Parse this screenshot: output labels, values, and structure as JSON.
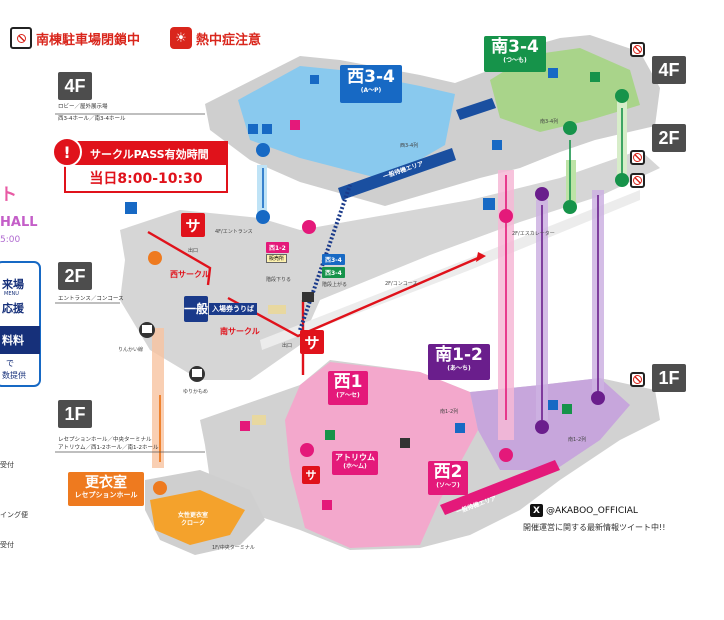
{
  "notices": {
    "parking": "南棟駐車場閉鎖中",
    "heat": "熱中症注意"
  },
  "pass": {
    "title": "サークルPASS有効時間",
    "time": "当日8:00-10:30"
  },
  "floors": {
    "f4": {
      "tag": "4F",
      "note1": "ロビー／屋外展示場",
      "note2": "西3-4ホール／南3-4ホール"
    },
    "f2": {
      "tag": "2F",
      "note1": "エントランス／コンコース"
    },
    "f1": {
      "tag": "1F",
      "note1": "レセプションホール／中央ターミナル",
      "note2": "アトリウム／西1-2ホール／南1-2ホール"
    }
  },
  "right_tags": {
    "r4": "4F",
    "r2": "2F",
    "r1": "1F"
  },
  "zones": {
    "west34": {
      "name": "西3-4",
      "sub": "(A〜P)"
    },
    "south34": {
      "name": "南3-4",
      "sub": "(つ〜も)"
    },
    "south12": {
      "name": "南1-2",
      "sub": "(あ〜ち)"
    },
    "west1": {
      "name": "西1",
      "sub": "(ア〜セ)"
    },
    "west2": {
      "name": "西2",
      "sub": "(ソ〜フ)"
    },
    "atrium": {
      "name": "アトリウム",
      "sub": "(ホ〜ム)"
    },
    "general": {
      "label": "一般",
      "ticket": "入場券うりば"
    },
    "locker": {
      "name": "更衣室",
      "sub": "レセプションホール"
    },
    "locker_inner": {
      "line1": "女性更衣室",
      "line2": "クローク"
    }
  },
  "circles": {
    "sa": "サ",
    "west_circle": "西サークル",
    "south_circle": "南サークル"
  },
  "labels": {
    "west34_row": "西3-4列",
    "south34_row": "南3-4列",
    "south12_row": "南1-2列",
    "wait_area_west34": "一般待機エリア",
    "wait_area_west2": "一般待機エリア",
    "down_stairs": "階段下りる",
    "up_stairs": "階段上がる",
    "concourse_2f": "2F/コンコース",
    "exit": "出口",
    "entrance_4f": "4F/エントランス",
    "south12_entrance": "南1-2列",
    "south2f": "2F/エスカレーター",
    "row_12": "西1-2",
    "row_34": "西3-4",
    "sale": "販売所",
    "taxi": "ゆりかもめ",
    "rinkai": "りんかい線",
    "to_1f": "1F/中央ターミナル"
  },
  "left_cut": {
    "t1": "ト",
    "t2": "HALL",
    "t3": "5:00",
    "b1": "来場",
    "b2": "MENU",
    "b3": "応援",
    "b4": "料料",
    "b5": "で",
    "b6": "数提供",
    "side1": "受付",
    "side2": "イング便",
    "side3": "受付"
  },
  "social": {
    "handle": "@AKABOO_OFFICIAL",
    "info": "開催運営に関する最新情報ツイート中!!"
  },
  "colors": {
    "red": "#e0121b",
    "blue": "#1769c4",
    "green": "#16934a",
    "purple": "#6a1e8c",
    "pink": "#e4197a",
    "navy": "#16307a",
    "orange": "#ee7a1f"
  }
}
